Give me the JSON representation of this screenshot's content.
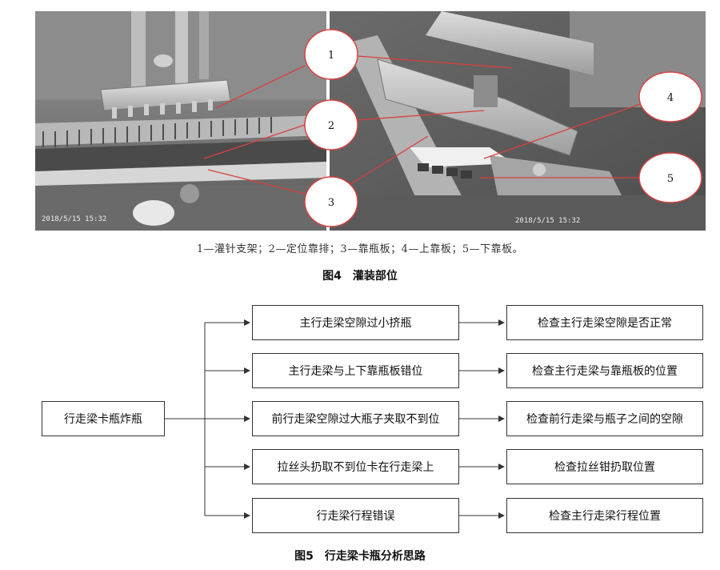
{
  "figure4": {
    "legend": "1—灌针支架；2—定位靠排；3—靠瓶板；4—上靠板；5—下靠板。",
    "caption": "图4　灌装部位",
    "callouts": [
      "1",
      "2",
      "3",
      "4",
      "5"
    ],
    "photo_timestamps": [
      "2018/5/15 15:32",
      "2018/5/15  15:32"
    ]
  },
  "figure5": {
    "caption": "图5　行走梁卡瓶分析思路",
    "root": "行走梁卡瓶炸瓶",
    "causes": [
      "主行走梁空隙过小挤瓶",
      "主行走梁与上下靠瓶板错位",
      "前行走梁空隙过大瓶子夹取不到位",
      "拉丝头扔取不到位卡在行走梁上",
      "行走梁行程错误"
    ],
    "checks": [
      "检查主行走梁空隙是否正常",
      "检查主行走梁与靠瓶板的位置",
      "检查前行走梁与瓶子之间的空隙",
      "检查拉丝钳扔取位置",
      "检查主行走梁行程位置"
    ]
  }
}
